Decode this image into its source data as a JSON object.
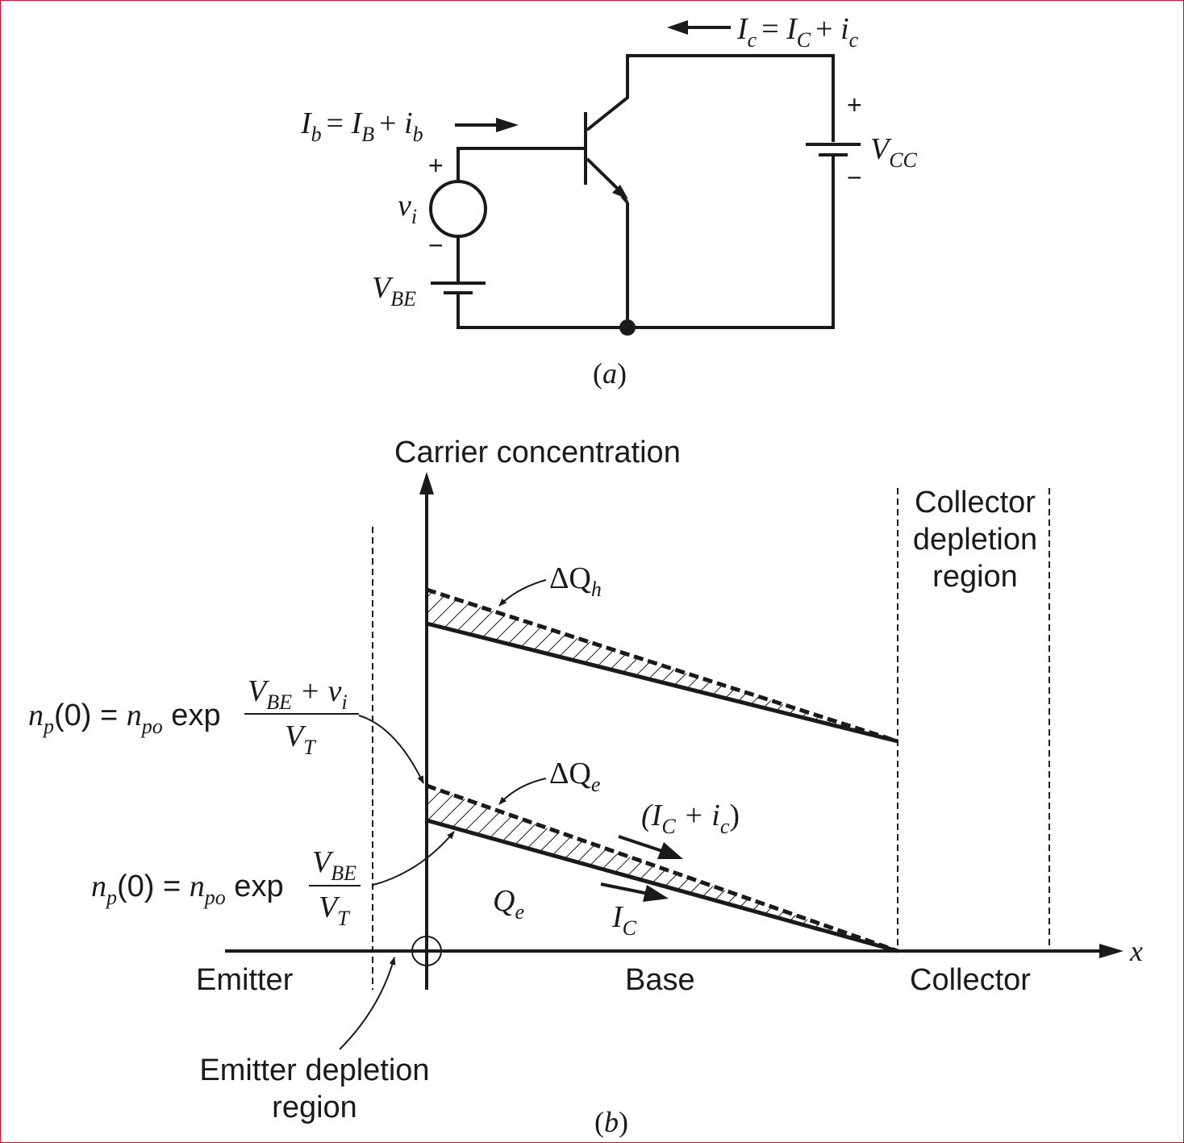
{
  "circuit": {
    "ic_main": "I",
    "ic_main_sub": "c",
    "ic_eq": "= ",
    "ic_dc": "I",
    "ic_dc_sub": "C",
    "ic_plus": "+ ",
    "ic_ac": "i",
    "ic_ac_sub": "c",
    "ib_main": "I",
    "ib_main_sub": "b",
    "ib_eq": "= ",
    "ib_dc": "I",
    "ib_dc_sub": "B",
    "ib_plus": "+ ",
    "ib_ac": "i",
    "ib_ac_sub": "b",
    "vi": "v",
    "vi_sub": "i",
    "vbe": "V",
    "vbe_sub": "BE",
    "vcc": "V",
    "vcc_sub": "CC",
    "plus": "+",
    "minus": "−",
    "caption_open": "(",
    "caption_letter": "a",
    "caption_close": ")"
  },
  "plot": {
    "y_axis_label": "Carrier concentration",
    "x_axis_label": "x",
    "collector_depletion_line1": "Collector",
    "collector_depletion_line2": "depletion",
    "collector_depletion_line3": "region",
    "emitter_region": "Emitter",
    "base_region": "Base",
    "collector_region": "Collector",
    "emitter_depletion_line1": "Emitter depletion",
    "emitter_depletion_line2": "region",
    "delta_qh": "ΔQ",
    "delta_qh_sub": "h",
    "delta_qe": "ΔQ",
    "delta_qe_sub": "e",
    "qe": "Q",
    "qe_sub": "e",
    "ic_total_open": "(I",
    "ic_total_sub": "C",
    "ic_total_plus": " + i",
    "ic_total_sub2": "c",
    "ic_total_close": ")",
    "ic_label": "I",
    "ic_label_sub": "C",
    "eq1_np": "n",
    "eq1_np_sub": "p",
    "eq1_mid": "(0) = ",
    "eq1_npo": "n",
    "eq1_npo_sub": "po",
    "eq1_exp": " exp",
    "eq1_num_v": "V",
    "eq1_num_v_sub": "BE",
    "eq1_num_plus": " + v",
    "eq1_num_vi_sub": "i",
    "eq1_den": "V",
    "eq1_den_sub": "T",
    "eq2_np": "n",
    "eq2_np_sub": "p",
    "eq2_mid": "(0) = ",
    "eq2_npo": "n",
    "eq2_npo_sub": "po",
    "eq2_exp": " exp",
    "eq2_num": "V",
    "eq2_num_sub": "BE",
    "eq2_den": "V",
    "eq2_den_sub": "T",
    "caption_open": "(",
    "caption_letter": "b",
    "caption_close": ")"
  }
}
